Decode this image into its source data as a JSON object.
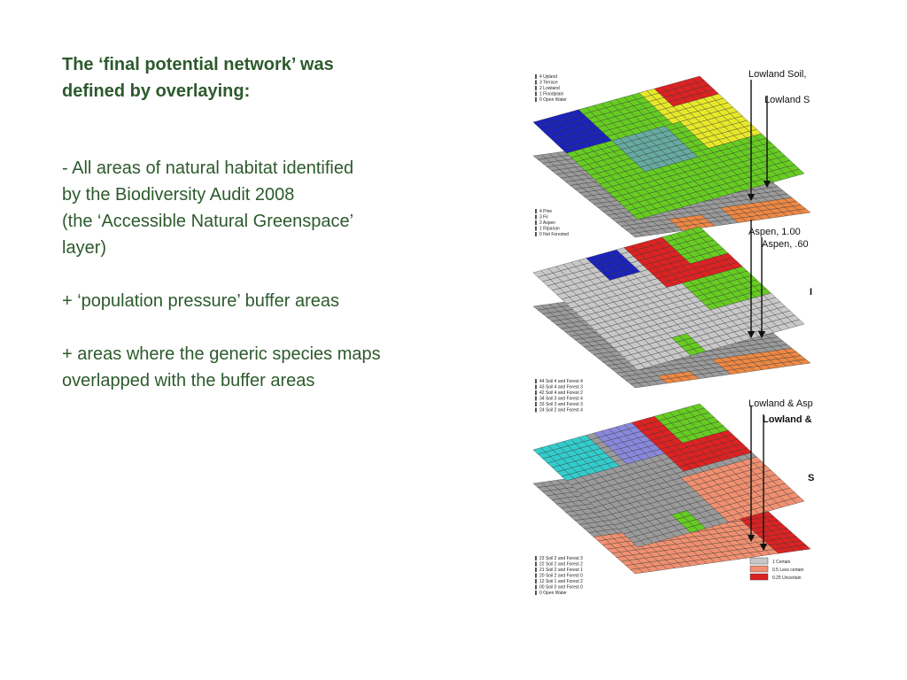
{
  "slide": {
    "title_lines": [
      "The ‘final potential network’ was",
      "defined by overlaying:"
    ],
    "bullet1_lines": [
      "- All areas of natural habitat identified",
      "by the Biodiversity Audit 2008",
      "(the ‘Accessible Natural Greenspace’",
      "layer)"
    ],
    "bullet2": "+ ‘population pressure’ buffer areas",
    "bullet3_lines": [
      "+ areas where the generic species maps",
      "overlapped with the buffer areas"
    ]
  },
  "figure": {
    "legend_soil": [
      "4 Upland",
      "3 Terrace",
      "2 Lowland",
      "1 Floodplain",
      "0 Open Water"
    ],
    "legend_forest": [
      "4 Pine",
      "3 Fir",
      "2 Aspen",
      "1 Riparian",
      "0 Not Forested"
    ],
    "legend_combo_top": [
      "44 Soil 4 and Forest 4",
      "43 Soil 4 and Forest 3",
      "42 Soil 4 and Forest 2",
      "34 Soil 3 and Forest 4",
      "33 Soil 3 and Forest 3",
      "24 Soil 2 and Forest 4"
    ],
    "legend_combo_bottom": [
      "23 Soil 2 and Forest 3",
      "22 Soil 2 and Forest 2",
      "21 Soil 2 and Forest 1",
      "20 Soil 2 and Forest 0",
      "12 Soil 1 and Forest 2",
      "00 Soil 0 and Forest 0",
      "0 Open Water"
    ],
    "legend_certainty": [
      "1 Certain",
      "0.5 Less certain",
      "0.25 Uncertain"
    ],
    "callouts": {
      "lowland_soil": "Lowland Soil,",
      "lowland_s": "Lowland S",
      "aspen_100": "Aspen, 1.00",
      "aspen_60": "Aspen, .60",
      "lowland_asp": "Lowland & Asp",
      "lowland_amp": "Lowland &",
      "big_s": "S",
      "big_i": "I"
    },
    "colors": {
      "green": "#66cc22",
      "yellow": "#e8e82a",
      "red": "#dd2222",
      "blue": "#1a22bb",
      "teal": "#66aaa0",
      "gray": "#9a9a9a",
      "orange": "#ee8844",
      "lightgray": "#c8c8c8",
      "purple": "#8888dd",
      "cyan": "#33cccc",
      "salmon": "#f09070"
    }
  }
}
